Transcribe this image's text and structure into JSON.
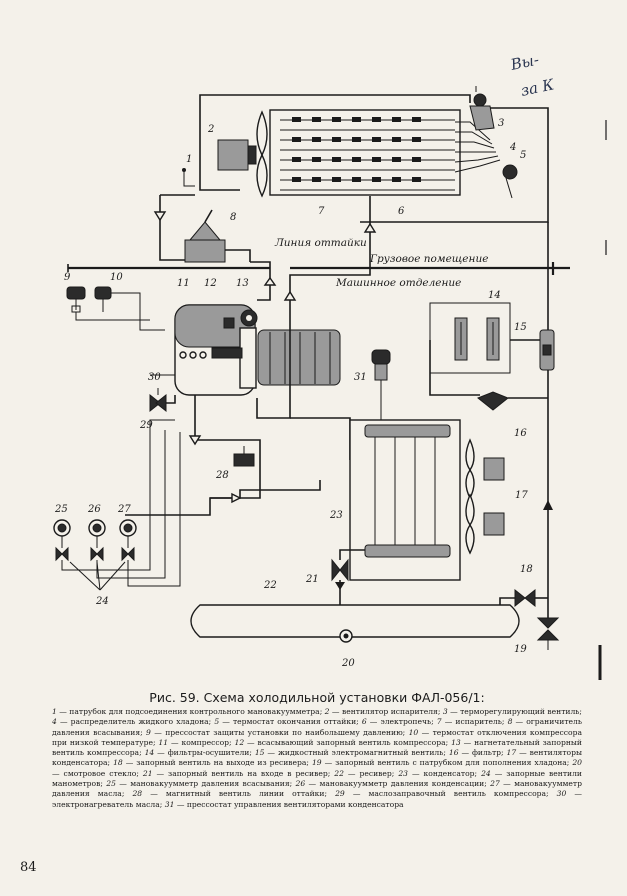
{
  "handwriting": [
    "Вы-",
    "за К"
  ],
  "zones": {
    "line_label": "Линия оттайки",
    "cargo": "Грузовое помещение",
    "machine": "Машинное отделение"
  },
  "callouts": [
    "1",
    "2",
    "3",
    "4",
    "5",
    "6",
    "7",
    "8",
    "9",
    "10",
    "11",
    "12",
    "13",
    "14",
    "15",
    "16",
    "17",
    "18",
    "19",
    "20",
    "21",
    "22",
    "23",
    "24",
    "25",
    "26",
    "27",
    "28",
    "29",
    "30",
    "31"
  ],
  "caption": "Рис. 59. Схема холодильной установки ФАЛ-056/1:",
  "legend": [
    {
      "n": "1",
      "t": "патрубок для подсоединения контрольного мановакуумметра;"
    },
    {
      "n": "2",
      "t": "вентилятор испарителя;"
    },
    {
      "n": "3",
      "t": "терморегулирующий вентиль;"
    },
    {
      "n": "4",
      "t": "распределитель жидкого хладона;"
    },
    {
      "n": "5",
      "t": "термостат окончания оттайки;"
    },
    {
      "n": "6",
      "t": "электропечь;"
    },
    {
      "n": "7",
      "t": "испаритель;"
    },
    {
      "n": "8",
      "t": "ограничитель давления всасывания;"
    },
    {
      "n": "9",
      "t": "прессостат защиты установки по наибольшему давлению;"
    },
    {
      "n": "10",
      "t": "термостат отключения компрессора при низкой температуре;"
    },
    {
      "n": "11",
      "t": "компрессор;"
    },
    {
      "n": "12",
      "t": "всасывающий запорный вентиль компрессора;"
    },
    {
      "n": "13",
      "t": "нагнетательный запорный вентиль компрессора;"
    },
    {
      "n": "14",
      "t": "фильтры-осушители;"
    },
    {
      "n": "15",
      "t": "жидкостный электромагнитный вентиль;"
    },
    {
      "n": "16",
      "t": "фильтр;"
    },
    {
      "n": "17",
      "t": "вентиляторы конденсатора;"
    },
    {
      "n": "18",
      "t": "запорный вентиль на выходе из ресивера;"
    },
    {
      "n": "19",
      "t": "запорный вентиль с патрубком для пополнения хладона;"
    },
    {
      "n": "20",
      "t": "смотровое стекло;"
    },
    {
      "n": "21",
      "t": "запорный вентиль на входе в ресивер;"
    },
    {
      "n": "22",
      "t": "ресивер;"
    },
    {
      "n": "23",
      "t": "конденсатор;"
    },
    {
      "n": "24",
      "t": "запорные вентили манометров;"
    },
    {
      "n": "25",
      "t": "мановакуумметр давления всасывания;"
    },
    {
      "n": "26",
      "t": "мановакуумметр давления конденсации;"
    },
    {
      "n": "27",
      "t": "мановакуумметр давления масла;"
    },
    {
      "n": "28",
      "t": "магнитный вентиль линии оттайки;"
    },
    {
      "n": "29",
      "t": "маслозаправочный вентиль компрессора;"
    },
    {
      "n": "30",
      "t": "электронагреватель масла;"
    },
    {
      "n": "31",
      "t": "прессостат управления вентиляторами конденсатора"
    }
  ],
  "page_number": "84"
}
